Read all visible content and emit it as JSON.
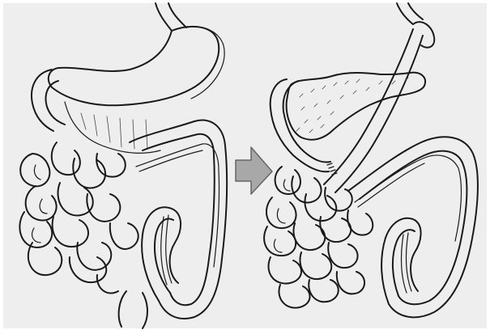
{
  "figure": {
    "panels": [
      {
        "id": "before",
        "content": "normal-anatomy-drawing"
      },
      {
        "id": "after",
        "content": "post-surgical-anatomy-drawing"
      }
    ],
    "arrow": {
      "direction": "right",
      "fill_color": "#a8a8a8",
      "stroke_color": "#666666"
    },
    "colors": {
      "background": "#eeeeee",
      "ink": "#1a1a1a",
      "paper_white": "#ffffff"
    }
  }
}
